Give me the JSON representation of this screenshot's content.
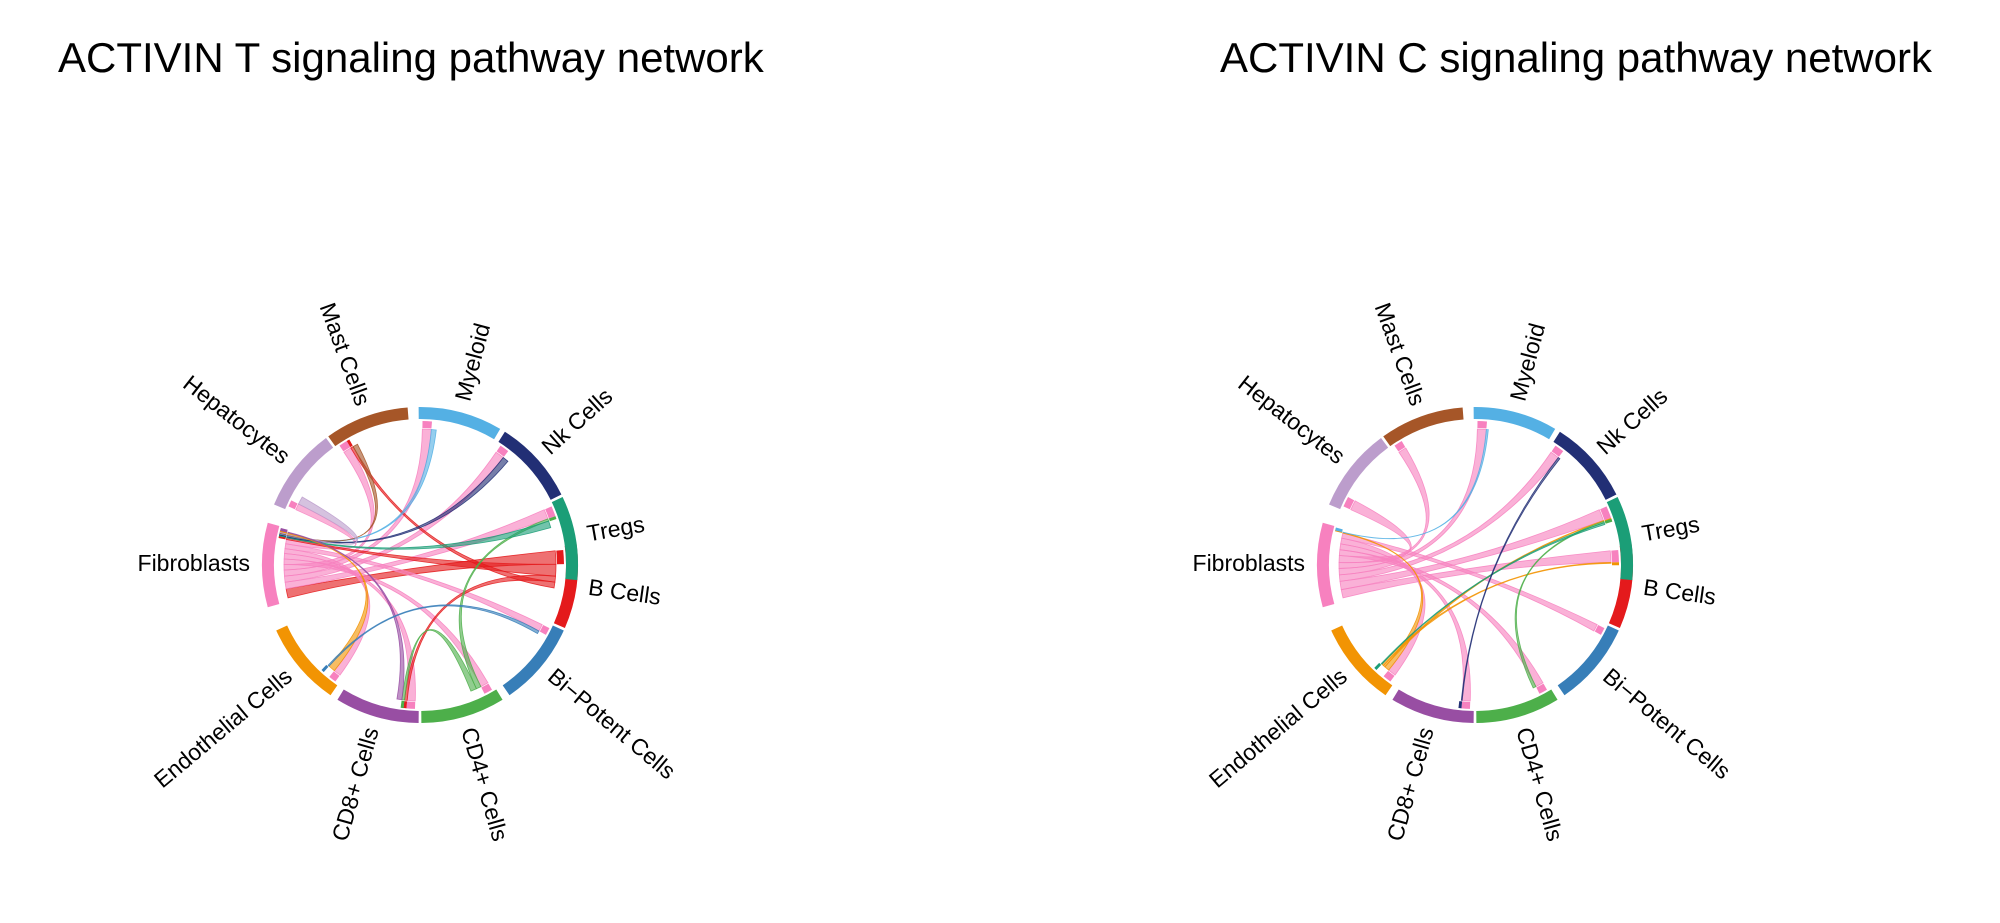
{
  "cell_groups": [
    {
      "name": "B Cells",
      "color": "#E41A1C"
    },
    {
      "name": "Bi−Potent Cells",
      "color": "#377EB8"
    },
    {
      "name": "CD4+ Cells",
      "color": "#4DAF4A"
    },
    {
      "name": "CD8+ Cells",
      "color": "#984EA3"
    },
    {
      "name": "Endothelial Cells",
      "color": "#F29403"
    },
    {
      "name": "Fibroblasts",
      "color": "#F781BF"
    },
    {
      "name": "Hepatocytes",
      "color": "#BC9DCC"
    },
    {
      "name": "Mast Cells",
      "color": "#A65628"
    },
    {
      "name": "Myeloid",
      "color": "#54B0E4"
    },
    {
      "name": "Nk Cells",
      "color": "#222F75"
    },
    {
      "name": "Tregs",
      "color": "#1B9E77"
    }
  ],
  "panels": [
    {
      "title": "ACTIVIN T signaling pathway network",
      "dominant_source": "Fibroblasts",
      "chords": [
        {
          "from": "Fibroblasts",
          "to": "B Cells",
          "weight": 3.0,
          "color": "#E41A1C"
        },
        {
          "from": "Fibroblasts",
          "to": "Tregs",
          "weight": 2.2,
          "color": "#F781BF"
        },
        {
          "from": "Fibroblasts",
          "to": "Nk Cells",
          "weight": 2.0,
          "color": "#F781BF"
        },
        {
          "from": "Fibroblasts",
          "to": "Myeloid",
          "weight": 2.0,
          "color": "#F781BF"
        },
        {
          "from": "Fibroblasts",
          "to": "Mast Cells",
          "weight": 1.8,
          "color": "#F781BF"
        },
        {
          "from": "Fibroblasts",
          "to": "CD4+ Cells",
          "weight": 1.8,
          "color": "#F781BF"
        },
        {
          "from": "Fibroblasts",
          "to": "CD8+ Cells",
          "weight": 1.8,
          "color": "#F781BF"
        },
        {
          "from": "Fibroblasts",
          "to": "Endothelial Cells",
          "weight": 1.6,
          "color": "#F781BF"
        },
        {
          "from": "Fibroblasts",
          "to": "Bi−Potent Cells",
          "weight": 1.6,
          "color": "#F781BF"
        },
        {
          "from": "Fibroblasts",
          "to": "Hepatocytes",
          "weight": 1.4,
          "color": "#F781BF"
        },
        {
          "from": "B Cells",
          "to": "Fibroblasts",
          "weight": 1.2,
          "color": "#E41A1C"
        },
        {
          "from": "B Cells",
          "to": "CD8+ Cells",
          "weight": 0.6,
          "color": "#E41A1C"
        },
        {
          "from": "B Cells",
          "to": "Mast Cells",
          "weight": 0.6,
          "color": "#E41A1C"
        },
        {
          "from": "CD4+ Cells",
          "to": "Tregs",
          "weight": 0.5,
          "color": "#4DAF4A"
        },
        {
          "from": "CD4+ Cells",
          "to": "CD8+ Cells",
          "weight": 0.6,
          "color": "#4DAF4A"
        },
        {
          "from": "Tregs",
          "to": "Fibroblasts",
          "weight": 0.7,
          "color": "#1B9E77"
        },
        {
          "from": "Nk Cells",
          "to": "Fibroblasts",
          "weight": 0.6,
          "color": "#222F75"
        },
        {
          "from": "Myeloid",
          "to": "Fibroblasts",
          "weight": 0.5,
          "color": "#54B0E4"
        },
        {
          "from": "Mast Cells",
          "to": "Fibroblasts",
          "weight": 0.5,
          "color": "#A65628"
        },
        {
          "from": "Hepatocytes",
          "to": "Fibroblasts",
          "weight": 0.8,
          "color": "#BC9DCC"
        },
        {
          "from": "Endothelial Cells",
          "to": "Fibroblasts",
          "weight": 0.7,
          "color": "#F29403"
        },
        {
          "from": "CD8+ Cells",
          "to": "Fibroblasts",
          "weight": 0.5,
          "color": "#984EA3"
        },
        {
          "from": "Bi−Potent Cells",
          "to": "Endothelial Cells",
          "weight": 0.3,
          "color": "#377EB8"
        }
      ]
    },
    {
      "title": "ACTIVIN C signaling pathway network",
      "dominant_source": "Fibroblasts",
      "chords": [
        {
          "from": "Fibroblasts",
          "to": "B Cells",
          "weight": 2.6,
          "color": "#F781BF"
        },
        {
          "from": "Fibroblasts",
          "to": "Tregs",
          "weight": 2.6,
          "color": "#F781BF"
        },
        {
          "from": "Fibroblasts",
          "to": "Nk Cells",
          "weight": 2.0,
          "color": "#F781BF"
        },
        {
          "from": "Fibroblasts",
          "to": "Myeloid",
          "weight": 2.0,
          "color": "#F781BF"
        },
        {
          "from": "Fibroblasts",
          "to": "Mast Cells",
          "weight": 1.8,
          "color": "#F781BF"
        },
        {
          "from": "Fibroblasts",
          "to": "Hepatocytes",
          "weight": 2.2,
          "color": "#F781BF"
        },
        {
          "from": "Fibroblasts",
          "to": "CD4+ Cells",
          "weight": 1.8,
          "color": "#F781BF"
        },
        {
          "from": "Fibroblasts",
          "to": "CD8+ Cells",
          "weight": 1.8,
          "color": "#F781BF"
        },
        {
          "from": "Fibroblasts",
          "to": "Endothelial Cells",
          "weight": 1.8,
          "color": "#F781BF"
        },
        {
          "from": "Fibroblasts",
          "to": "Bi−Potent Cells",
          "weight": 1.6,
          "color": "#F781BF"
        },
        {
          "from": "Endothelial Cells",
          "to": "Fibroblasts",
          "weight": 0.5,
          "color": "#F29403"
        },
        {
          "from": "Endothelial Cells",
          "to": "Tregs",
          "weight": 0.2,
          "color": "#F29403"
        },
        {
          "from": "Endothelial Cells",
          "to": "B Cells",
          "weight": 0.2,
          "color": "#F29403"
        },
        {
          "from": "CD4+ Cells",
          "to": "Tregs",
          "weight": 0.3,
          "color": "#4DAF4A"
        },
        {
          "from": "Tregs",
          "to": "Endothelial Cells",
          "weight": 0.2,
          "color": "#1B9E77"
        },
        {
          "from": "Nk Cells",
          "to": "CD8+ Cells",
          "weight": 0.2,
          "color": "#222F75"
        },
        {
          "from": "Myeloid",
          "to": "Fibroblasts",
          "weight": 0.2,
          "color": "#54B0E4"
        }
      ]
    }
  ]
}
